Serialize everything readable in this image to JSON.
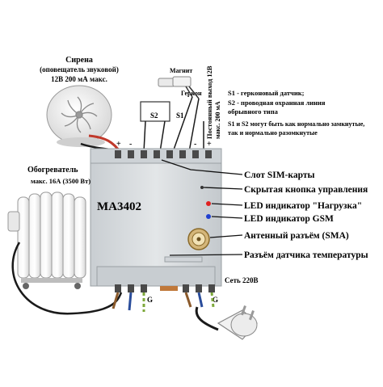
{
  "siren": {
    "title": "Сирена",
    "subtitle": "(оповещатель звуковой)",
    "rating": "12В 200 мА макс."
  },
  "heater": {
    "title": "Обогреватель",
    "rating": "макс. 16А (3500 Вт)"
  },
  "magnet_label": "Магнит",
  "reed_label": "Геркон",
  "terminal_s2": "S2",
  "terminal_s1": "S1",
  "dc_output": {
    "line1": "Постоянный выход 12В",
    "line2": "макс. 200 мА"
  },
  "notes": {
    "line1": "S1 - герконовый датчик;",
    "line2": "S2 - проводная охранная линия",
    "line3": "обрывного типа",
    "line4": "S1 и S2 могут быть как нормально замкнутые,",
    "line5": "так и нормально разомкнутые"
  },
  "device_model": "MA3402",
  "callouts": {
    "sim_slot": "Слот SIM-карты",
    "hidden_button": "Скрытая кнопка управления",
    "load_led": "LED индикатор \"Нагрузка\"",
    "gsm_led": "LED индикатор GSM",
    "antenna": "Антенный разъём (SMA)",
    "temp_sensor": "Разъём датчика температуры"
  },
  "mains_label": "Сеть 220В",
  "ground_mark": "G",
  "plus_mark": "+",
  "minus_mark": "-",
  "colors": {
    "device_body": "#d9dde0",
    "wire_red": "#c0392b",
    "wire_blue": "#2a4d9b",
    "wire_ground": "#7da83a",
    "led_red": "#e02020",
    "led_blue": "#2040d0"
  }
}
